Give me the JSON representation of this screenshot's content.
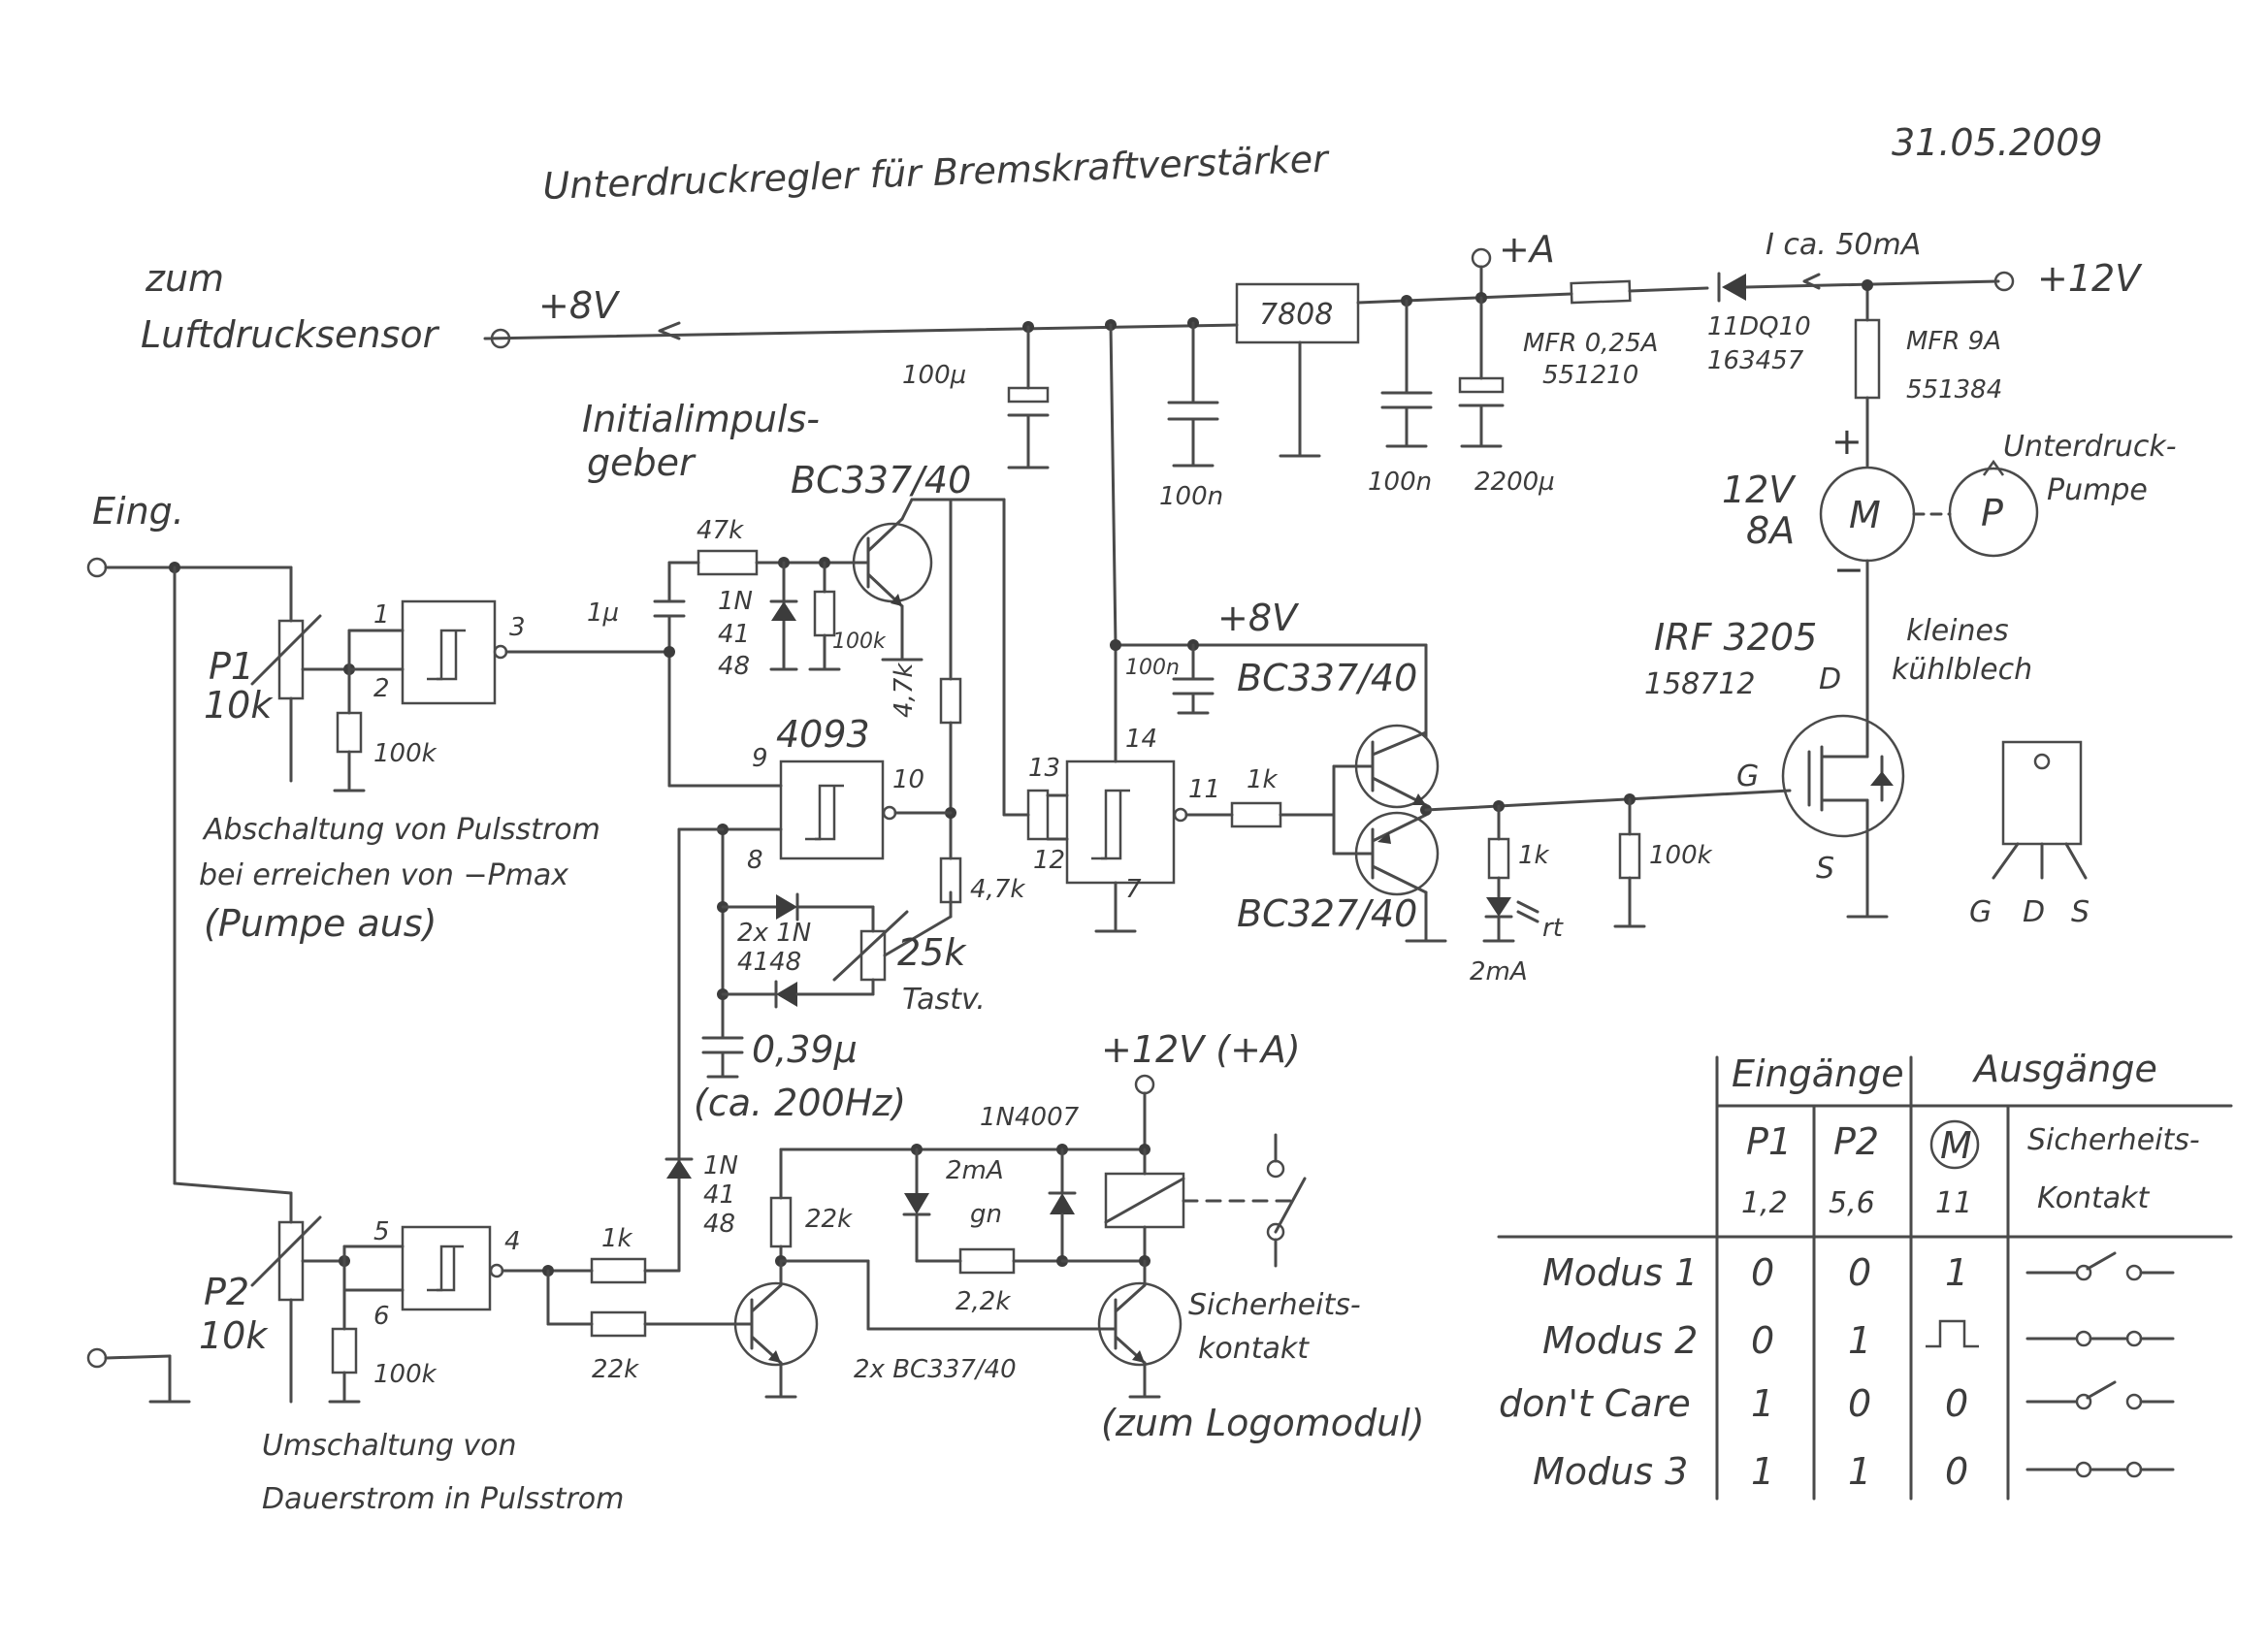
{
  "title": "Unterdruckregler für Bremskraftverstärker",
  "date": "31.05.2009",
  "labels": {
    "sensor_1": "zum",
    "sensor_2": "Luftdrucksensor",
    "v8": "+8V",
    "v8b": "+8V",
    "plusA": "+A",
    "ica": "I ca. 50mA",
    "v12": "+12V",
    "v12b": "+12V (+A)",
    "reg": "7808",
    "c100u": "100µ",
    "c100n_a": "100n",
    "c100n_b": "100n",
    "c100n_c": "100n",
    "c2200": "2200µ",
    "fuse1_a": "MFR 0,25A",
    "fuse1_b": "551210",
    "diode1_a": "11DQ10",
    "diode1_b": "163457",
    "fuse2_a": "MFR 9A",
    "fuse2_b": "551384",
    "motor": "M",
    "pump_p": "P",
    "pump_1": "Unterdruck-",
    "pump_2": "Pumpe",
    "mot_v": "12V",
    "mot_a": "8A",
    "plus": "+",
    "minus": "−",
    "fet_1": "IRF 3205",
    "fet_2": "158712",
    "fet_d": "D",
    "fet_g": "G",
    "fet_s": "S",
    "cool_1": "kleines",
    "cool_2": "kühlblech",
    "pin_g": "G",
    "pin_d": "D",
    "pin_s": "S",
    "init_1": "Initialimpuls-",
    "init_2": "geber",
    "bc1": "BC337/40",
    "bc2": "BC337/40",
    "bc3": "BC327/40",
    "bc4": "2x BC337/40",
    "eing": "Eing.",
    "p1_a": "P1",
    "p1_b": "10k",
    "p2_a": "P2",
    "p2_b": "10k",
    "r100k_a": "100k",
    "r100k_b": "100k",
    "r100k_c": "100k",
    "r100k_d": "100k",
    "r47k": "47k",
    "c1u": "1µ",
    "d4148_a": "1N",
    "d4148_b": "41",
    "d4148_c": "48",
    "d4148b_a": "1N",
    "d4148b_b": "41",
    "d4148b_c": "48",
    "r47_a": "4,7k",
    "r47_b": "4,7k",
    "ic4093": "4093",
    "pin1": "1",
    "pin2": "2",
    "pin3": "3",
    "pin4": "4",
    "pin5": "5",
    "pin6": "6",
    "pin7": "7",
    "pin8": "8",
    "pin9": "9",
    "pin10": "10",
    "pin11": "11",
    "pin12": "12",
    "pin13": "13",
    "pin14": "14",
    "r1k_a": "1k",
    "r1k_b": "1k",
    "r1k_c": "1k",
    "r22k_a": "22k",
    "r22k_b": "22k",
    "r22k_c": "2,2k",
    "rt": "rt",
    "led_ma": "2mA",
    "led2_ma": "2mA",
    "gn": "gn",
    "d2x_a": "2x 1N",
    "d2x_b": "4148",
    "pot25": "25k",
    "tastv": "Tastv.",
    "c039": "0,39µ",
    "freq": "(ca. 200Hz)",
    "d4007": "1N4007",
    "absch_1": "Abschaltung von Pulsstrom",
    "absch_2": "bei erreichen von −Pmax",
    "absch_3": "(Pumpe aus)",
    "umsch_1": "Umschaltung von",
    "umsch_2": "Dauerstrom in Pulsstrom",
    "sich_1": "Sicherheits-",
    "sich_2": "kontakt",
    "logo": "(zum Logomodul)"
  },
  "table": {
    "group_in": "Eingänge",
    "group_out": "Ausgänge",
    "h_p1": "P1",
    "h_p2": "P2",
    "h_m": "M",
    "h_sk_1": "Sicherheits-",
    "h_sk_2": "Kontakt",
    "sub_p1": "1,2",
    "sub_p2": "5,6",
    "sub_m": "11",
    "rows": [
      {
        "mode": "Modus 1",
        "p1": "0",
        "p2": "0",
        "m": "1"
      },
      {
        "mode": "Modus 2",
        "p1": "0",
        "p2": "1",
        "m": "pulse"
      },
      {
        "mode": "don't Care",
        "p1": "1",
        "p2": "0",
        "m": "0"
      },
      {
        "mode": "Modus 3",
        "p1": "1",
        "p2": "1",
        "m": "0"
      }
    ]
  }
}
